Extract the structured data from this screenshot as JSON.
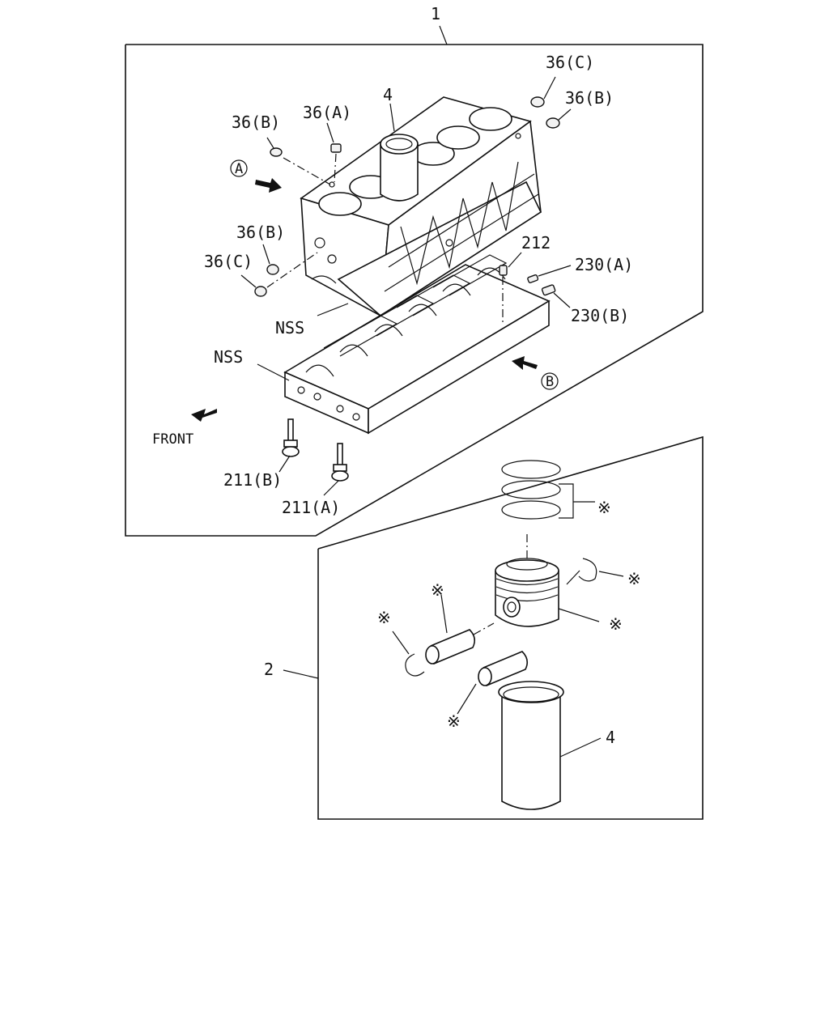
{
  "callouts": {
    "assembly_1": "1",
    "assembly_2": "2",
    "liner_top": "4",
    "liner_bottom": "4",
    "plug_36c_top": "36(C)",
    "plug_36b_top_right": "36(B)",
    "plug_36b_top_left": "36(B)",
    "plug_36a": "36(A)",
    "plug_36b_side": "36(B)",
    "plug_36c_side": "36(C)",
    "pin_212": "212",
    "pin_230a": "230(A)",
    "pin_230b": "230(B)",
    "nss_block": "NSS",
    "nss_crankcase": "NSS",
    "bolt_211b": "211(B)",
    "bolt_211a": "211(A)",
    "front": "FRONT",
    "view_a": "A",
    "view_b": "B",
    "ring_mark": "※",
    "snap_ring_right_mark": "※",
    "piston_mark": "※",
    "pin_upper_mark": "※",
    "snap_ring_left_mark": "※",
    "pin_lower_mark": "※"
  }
}
